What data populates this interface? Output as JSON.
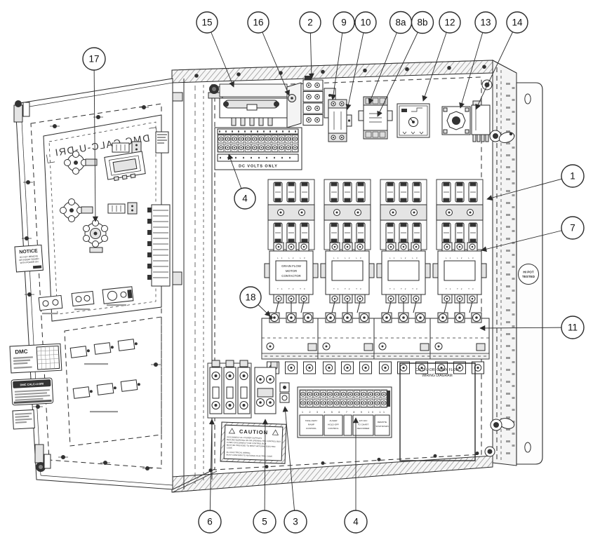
{
  "diagram": {
    "callouts": {
      "c1": "1",
      "c2": "2",
      "c3": "3",
      "c4": "4",
      "c5": "5",
      "c6": "6",
      "c7": "7",
      "c8a": "8a",
      "c8b": "8b",
      "c9": "9",
      "c10": "10",
      "c11": "11",
      "c12": "12",
      "c13": "13",
      "c14": "14",
      "c15": "15",
      "c16": "16",
      "c17": "17",
      "c18": "18"
    },
    "panel_labels": {
      "dc_volts": "DC VOLTS ONLY",
      "contactor_l1": "GRAIN FLOW",
      "contactor_l2": "MOTOR",
      "contactor_l3": "CONTACTOR",
      "contactor_top_marks": "L1 L2 L3",
      "contactor_bottom_marks": "T1 T2 T3",
      "pocket_l1": "CALC-U-DRI GRAIN FLOW",
      "pocket_l2": "WIRING DIAGRAM",
      "hipot_l1": "HI POT",
      "hipot_l2": "TESTED"
    },
    "caution": {
      "title": "CAUTION",
      "l1": "DISCONNECT ALL POWER SUPPLIES",
      "l2": "BEFORE WORKING ON OR OPENING THE CONTROL BOX.",
      "l3": "FUSED DISCONNECT FOR CONTROL BOX",
      "l4": "MUST BE PROVIDED TO MEET NATIONAL ELECTRIC",
      "l5": "CODE.",
      "l6": "ALL ELECTRICAL WIRING",
      "l7": "MUST CONFORM TO NATIONAL ELECTRIC CODE."
    },
    "door_labels": {
      "mirrored_title": "DMC CALC-U-DRI",
      "notice_title": "NOTICE",
      "notice_l1": "DO NOT REMOVE",
      "notice_l2": "OR INSERT BOARD",
      "notice_l3": "WITH POWER ON",
      "dmc": "DMC",
      "dmc_calcudri": "DMC CALC-U-DRI"
    },
    "bottom_strip": {
      "numbers": "1 2 3  4 5  6 7 8  9 10 11",
      "s1_l1": "TAKE-AWAY",
      "s1_l2": "RAMP",
      "s1_l3": "CONTROL",
      "s2_l1": "AUGER",
      "s2_l2": "HOLD-OFF",
      "s2_l3": "CONTROL",
      "s3_l1": "115 VAC",
      "s3_l2": "TO CHART",
      "s3_l3": "RECORDER",
      "s4_l1": "REMOTE",
      "s4_l2": "SHUTDOWN"
    }
  }
}
